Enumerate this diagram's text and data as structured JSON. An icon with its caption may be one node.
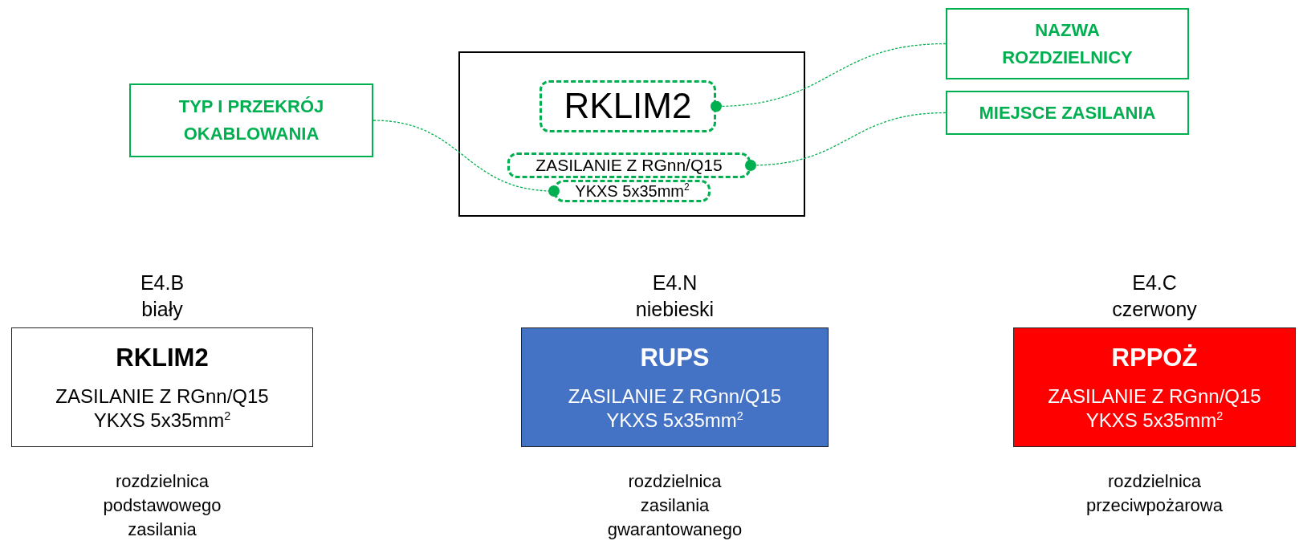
{
  "diagram": {
    "nodes": [
      {
        "text": [
          "TYP I PRZEKRÓJ OKABLOWANIA"
        ]
      },
      {
        "text": [
          "NAZWA ROZDZIELNICY"
        ]
      },
      {
        "text": [
          "MIEJSCE ZASILANIA"
        ]
      },
      {
        "text": [],
        "shape": "box"
      },
      {
        "text": [
          "RKLIM2"
        ],
        "in": 3
      },
      {
        "text": [
          "ZASILANIE Z RGnn/Q15"
        ],
        "in": 3
      },
      {
        "text": [
          "YKXS 5x35mm$^{2}$"
        ],
        "in": 3
      },
      {
        "text": [
          "RKLIM2",
          "ZASILANIE Z RGnn/Q15 YKXS 5x35mm$^{2}$"
        ],
        "beside": [
          "E4.B biały",
          "rozdzielnica podstawowego zasilania"
        ]
      },
      {
        "text": [
          "RUPS",
          "ZASILANIE Z RGnn/Q15 YKXS 5x35mm$^{2}$"
        ],
        "beside": [
          "E4.N niebieski",
          "rozdzielnica zasilania gwarantowanego"
        ]
      },
      {
        "text": [
          "RPPOŻ",
          "ZASILANIE Z RGnn/Q15 YKXS 5x35mm$^{2}$"
        ],
        "beside": [
          "E4.C czerwony",
          "rozdzielnica przeciwpożarowa"
        ]
      }
    ],
    "edges": [
      {
        "from": 0,
        "to": 6,
        "arrow": "other"
      },
      {
        "from": 1,
        "to": 4,
        "arrow": "other"
      },
      {
        "from": 2,
        "to": 5,
        "arrow": "other"
      }
    ]
  }
}
